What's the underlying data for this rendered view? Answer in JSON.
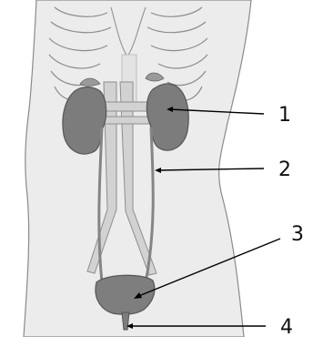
{
  "diagram": {
    "callouts": [
      {
        "number": "1",
        "target": "kidney"
      },
      {
        "number": "2",
        "target": "ureter"
      },
      {
        "number": "3",
        "target": "bladder"
      },
      {
        "number": "4",
        "target": "urethra"
      }
    ]
  },
  "colors": {
    "body_fill": "#ededed",
    "outline": "#7a7a7a",
    "organ_fill": "#7c7c7c",
    "vessel_fill": "#d0d0d0",
    "leader_line": "#000000"
  }
}
